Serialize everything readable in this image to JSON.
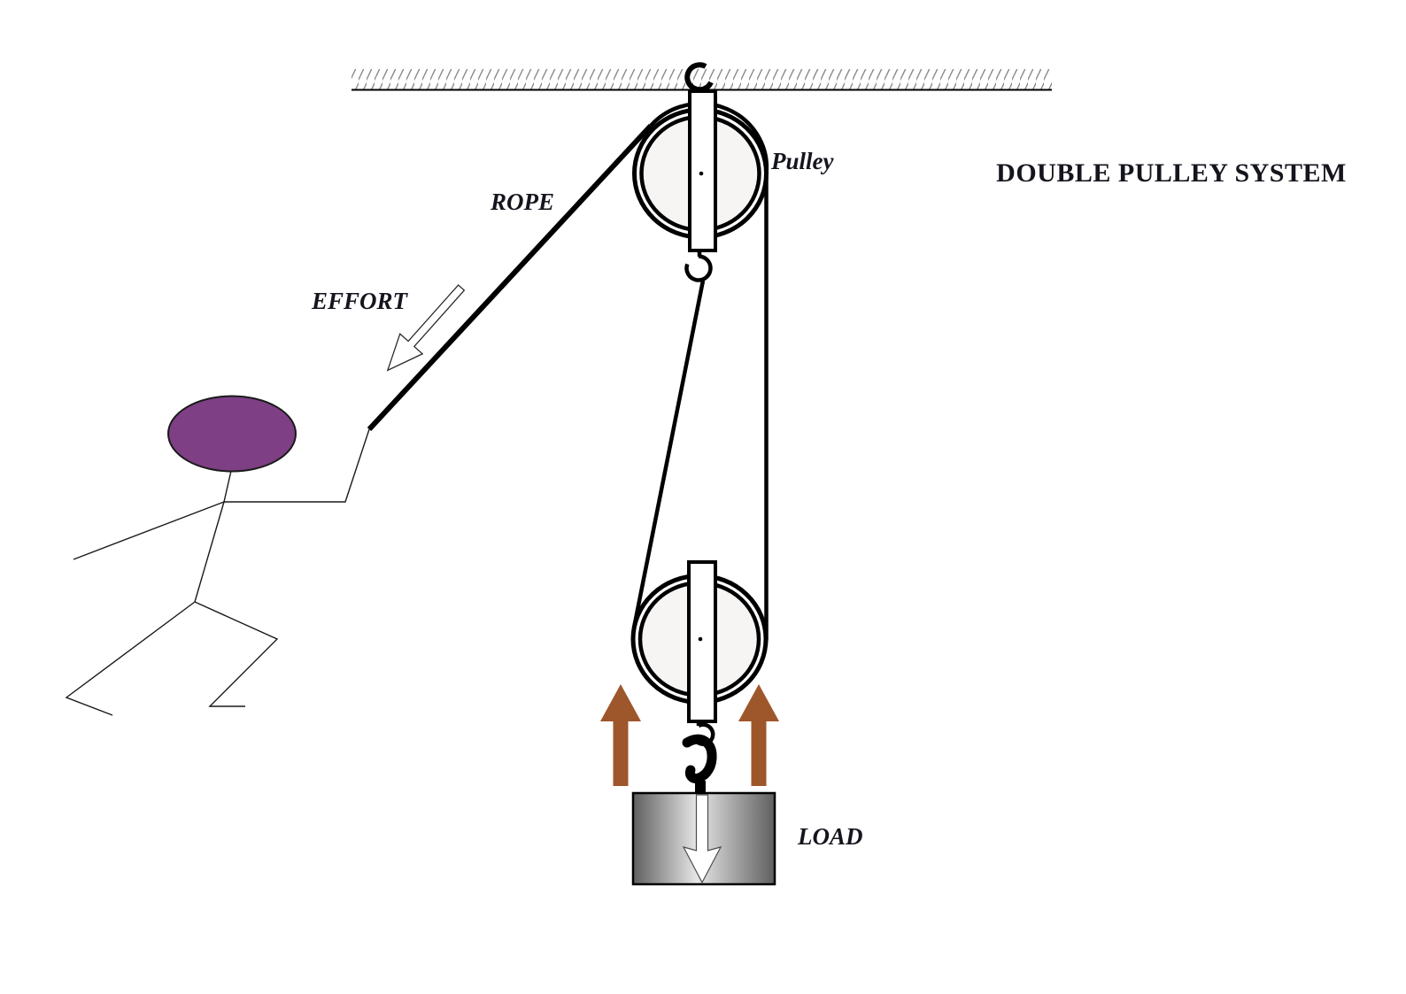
{
  "title": "DOUBLE PULLEY SYSTEM",
  "labels": {
    "rope": "ROPE",
    "effort": "EFFORT",
    "pulley": "Pulley",
    "load": "LOAD"
  },
  "colors": {
    "ink": "#000000",
    "label_text": "#15151e",
    "head_fill": "#7e3f85",
    "head_outline": "#46224c",
    "force_arrow_brown": "#9e562b",
    "wheel_fill": "#f6f5f3",
    "hatch_line": "#8a8a8a",
    "load_edge_dark": "#5f5f5f",
    "load_center_light": "#e6e6e6",
    "effort_arrow_fill": "#ffffff"
  }
}
